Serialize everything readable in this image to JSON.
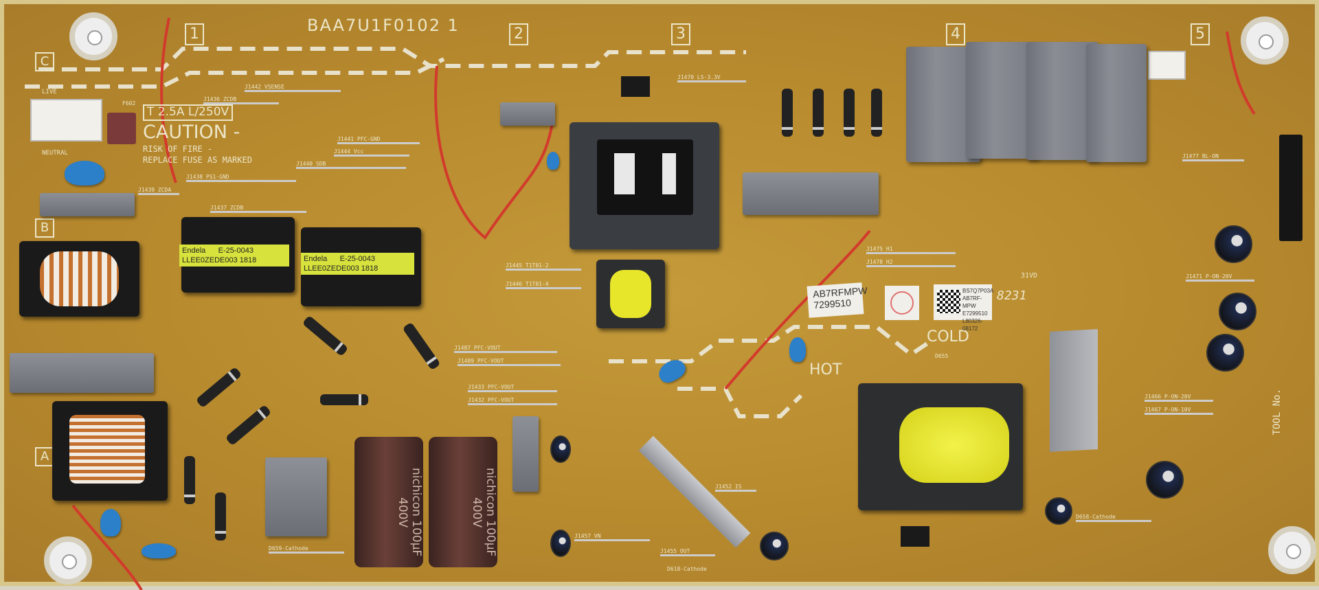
{
  "board": {
    "part_number": "BAA7U1F0102 1",
    "sections": [
      "1",
      "2",
      "3",
      "4",
      "5"
    ],
    "rows": [
      "C",
      "B",
      "A"
    ],
    "fuse": {
      "rating": "T 2.5A L/250V",
      "ref": "F602"
    },
    "caution": {
      "title": "CAUTION -",
      "line1": "RISK OF FIRE -",
      "line2": "REPLACE FUSE AS MARKED"
    },
    "live_label": "LIVE",
    "neutral_label": "NEUTRAL",
    "hot_label": "HOT",
    "cold_label": "COLD",
    "tool_no": "TOOL No.",
    "date_code": "8231",
    "rating_mark": "31VD"
  },
  "transformers": [
    {
      "brand": "Endela",
      "model": "E-25-0043",
      "code": "LLEE0ZEDE003 1818"
    },
    {
      "brand": "Endela",
      "model": "E-25-0043",
      "code": "LLEE0ZEDE003 1818"
    }
  ],
  "capacitors": [
    {
      "text": "nichicon 100µF 400V"
    },
    {
      "text": "nichicon 100µF 400V"
    }
  ],
  "stickers": {
    "model": {
      "line1": "AB7RFMPW",
      "line2": "7299510"
    },
    "qr": {
      "line1": "BS7Q7P03A",
      "line2": "AB7RF-MPW",
      "line3": "E7299510",
      "line4": "L80326-08172"
    }
  },
  "silkscreen": [
    "J1442  VSENSE",
    "J1436  ZCDB",
    "J1439  ZCDA",
    "J1441  PFC-GND",
    "J1444  Vcc",
    "J1440  SDB",
    "J1438  PS1-GND",
    "J1437  ZCDB",
    "J1445  T1T01-2",
    "J1446  T1T01-4",
    "J1487  PFC-VOUT",
    "J1489  PFC-VOUT",
    "J1433  PFC-VOUT",
    "J1432  PFC-VOUT",
    "J1470  LS-3.3V",
    "J1475  H1",
    "J1478  H2",
    "J1471  P-ON-20V",
    "J1457  VN",
    "J1455  OUT",
    "J1452  IS",
    "J1477  BL-ON",
    "J1466  P-ON-20V",
    "J1467  P-ON-10V",
    "D655",
    "D658-Cathode",
    "D659-Cathode",
    "D618-Cathode"
  ]
}
